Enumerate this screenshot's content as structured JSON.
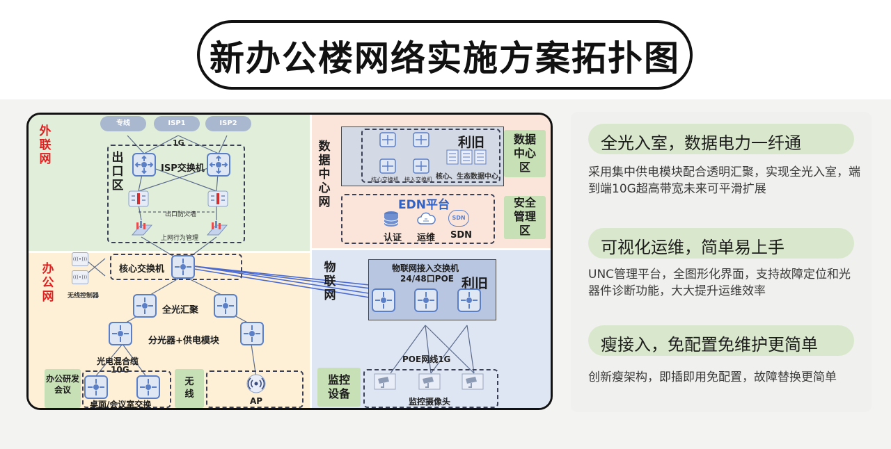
{
  "title": "新办公楼网络实施方案拓扑图",
  "diagram": {
    "waiwang_label": "外联网",
    "bangong_label": "办公网",
    "shuju_label": "数据中心网",
    "wulian_label": "物联网",
    "clouds": [
      "专线",
      "ISP1",
      "ISP2"
    ],
    "exit_zone_label": "出口区",
    "isp_switch": "ISP交换机",
    "link_1g": "1G",
    "firewall_caption": "出口防火墙",
    "behavior_caption": "上网行为管理",
    "core_switch": "核心交换机",
    "ac_caption": "无线控制器",
    "ac_box_label": "(((•)))",
    "all_optical_agg": "全光汇聚",
    "splitter": "分光器+供电模块",
    "hybrid_cable_1": "光电混合缆",
    "hybrid_cable_2": "10G",
    "office_label": "办公研发会议",
    "desk_switch": "桌面/会议室交换",
    "wireless_label": "无线",
    "ap_label": "AP",
    "dc_zone_label": "数据中心区",
    "dc_core_caption": "核心交换机",
    "dc_access_caption": "接入交换机",
    "dc_eco_caption": "核心、生态数据中心",
    "liju_1": "利旧",
    "edn_title": "EDN平台",
    "edn_items": [
      "认证",
      "运维",
      "SDN"
    ],
    "sdn_icon_text": "SDN",
    "security_zone_label": "安全管理区",
    "iot_switch_title_1": "物联网接入交换机",
    "iot_switch_title_2": "24/48口POE",
    "liju_2": "利旧",
    "poe_label": "POE网线1G",
    "monitor_zone_label": "监控设备",
    "camera_label": "监控摄像头"
  },
  "features": [
    {
      "heading": "全光入室，数据电力一纤通",
      "text": "采用集中供电模块配合透明汇聚，实现全光入室，端到端10G超高带宽未来可平滑扩展"
    },
    {
      "heading": "可视化运维，简单易上手",
      "text": "UNC管理平台，全图形化界面，支持故障定位和光器件诊断功能，大大提升运维效率"
    },
    {
      "heading": "瘦接入，免配置免维护更简单",
      "text": "创新瘦架构，即插即用免配置，故障替换更简单"
    }
  ],
  "colors": {
    "zone_outer": "#e1efda",
    "zone_office": "#fdf0d6",
    "zone_dc": "#fbe4d9",
    "zone_iot": "#dfe6f3",
    "label_red": "#e02020",
    "pill_green": "#d9e8cc",
    "switch_blue": "#5b7fc7"
  },
  "icons": [
    "cloud-icon",
    "switch-icon",
    "firewall-icon",
    "behavior-mgmt-icon",
    "server-rack-icon",
    "database-icon",
    "cloud-ops-icon",
    "sdn-icon",
    "camera-icon",
    "wifi-ap-icon",
    "wireless-controller-icon"
  ]
}
